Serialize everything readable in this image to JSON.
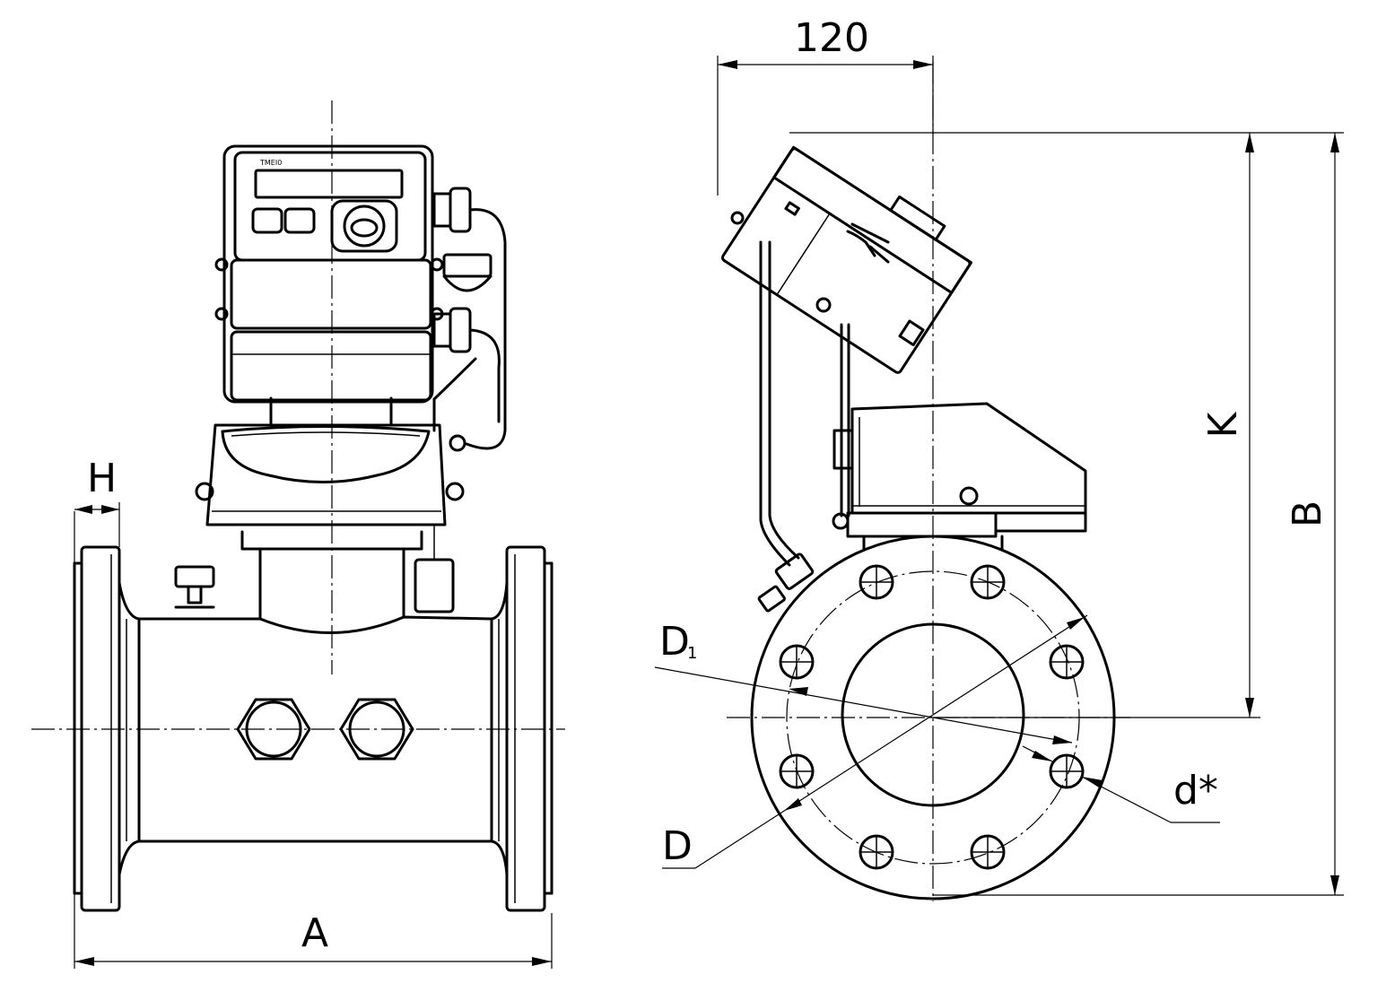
{
  "dimensions": {
    "top_width": "120",
    "H": "H",
    "A": "A",
    "K": "K",
    "B": "B",
    "D1_main": "D",
    "D1_sub": "1",
    "D": "D",
    "d_star": "d*"
  },
  "display_brand": "TMEI0"
}
